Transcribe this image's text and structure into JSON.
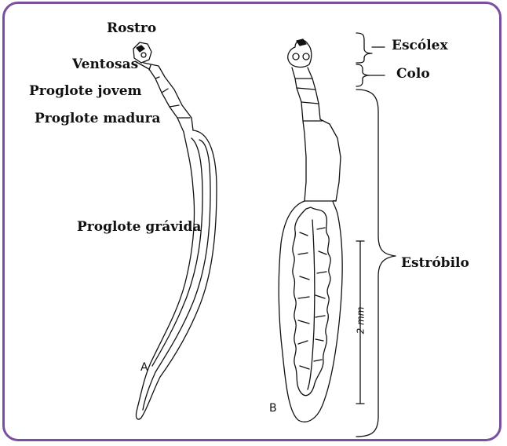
{
  "labels": {
    "rostro": "Rostro",
    "ventosas": "Ventosas",
    "proglote_jovem": "Proglote jovem",
    "proglote_madura": "Proglote madura",
    "proglote_gravida": "Proglote grávida",
    "escolex": "Escólex",
    "colo": "Colo",
    "estrobilo": "Estróbilo",
    "specimen_a": "A",
    "specimen_b": "B",
    "scale": "2 mm"
  },
  "colors": {
    "frame": "#7a4fa0",
    "ink": "#111111"
  }
}
